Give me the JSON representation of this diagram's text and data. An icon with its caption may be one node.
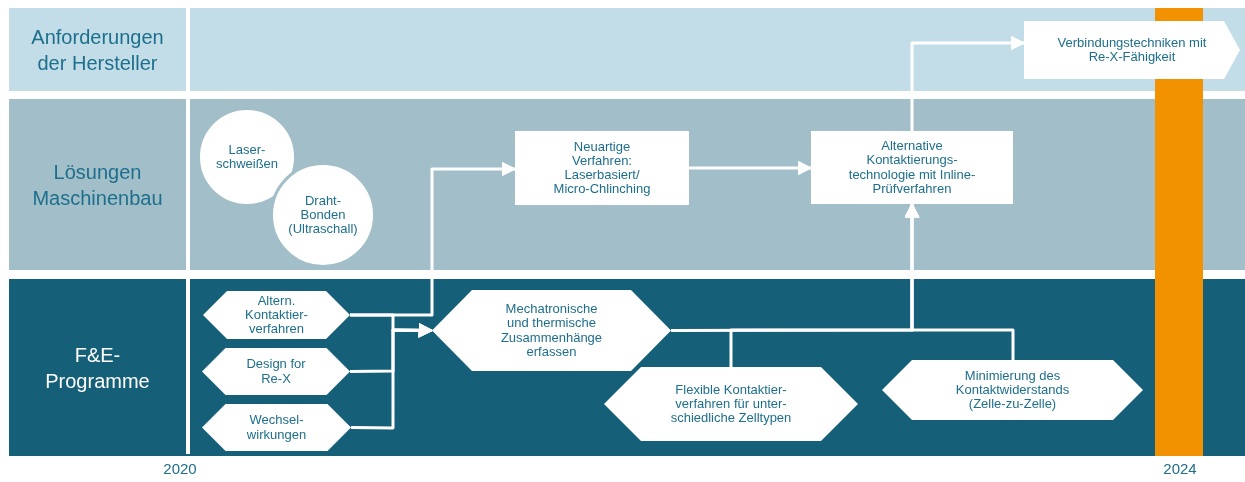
{
  "diagram": {
    "nodes": [
      {
        "text": [
          "Anforderungen der Hersteller"
        ]
      },
      {
        "text": [
          "Lösungen Maschinenbau"
        ]
      },
      {
        "text": [
          "F&E- Programme"
        ]
      },
      {
        "text": [
          "Laser- schweißen"
        ],
        "in": 1
      },
      {
        "text": [
          "Draht- Bonden (Ultraschall)"
        ],
        "in": 1
      },
      {
        "text": [
          "Neuartige Verfahren: Laserbasiert/ Micro-Chlinching"
        ],
        "in": 1
      },
      {
        "text": [
          "Alternative Kontaktierungs- technologie mit Inline- Prüfverfahren"
        ],
        "in": 1
      },
      {
        "text": [
          "Verbindungstechniken mit Re-X-Fähigkeit"
        ],
        "in": 0
      },
      {
        "text": [
          "Altern. Kontaktier- verfahren"
        ],
        "in": 2
      },
      {
        "text": [
          "Design for Re-X"
        ],
        "in": 2
      },
      {
        "text": [
          "Wechsel- wirkungen"
        ],
        "in": 2
      },
      {
        "text": [
          "Mechatronische und thermische Zusammenhänge erfassen"
        ],
        "in": 2
      },
      {
        "text": [
          "Flexible Kontaktier- verfahren für unter- schiedliche Zelltypen"
        ],
        "in": 2
      },
      {
        "text": [
          "Minimierung des Kontaktwiderstands (Zelle-zu-Zelle)"
        ],
        "in": 2
      },
      {
        "text": [],
        "shape": "bar"
      }
    ],
    "edges": [
      {
        "from": 8,
        "to": 5,
        "arrow": "to"
      },
      {
        "from": 8,
        "to": 11,
        "arrow": "to"
      },
      {
        "from": 9,
        "to": 11,
        "arrow": "to"
      },
      {
        "from": 10,
        "to": 11,
        "arrow": "to"
      },
      {
        "from": 5,
        "to": 6,
        "arrow": "to"
      },
      {
        "from": 11,
        "to": 6,
        "arrow": "to"
      },
      {
        "from": 12,
        "to": 6,
        "arrow": "to"
      },
      {
        "from": 13,
        "to": 6,
        "arrow": "to"
      },
      {
        "from": 6,
        "to": 7,
        "arrow": "to"
      }
    ],
    "labels": [
      "2020",
      "2024"
    ]
  }
}
